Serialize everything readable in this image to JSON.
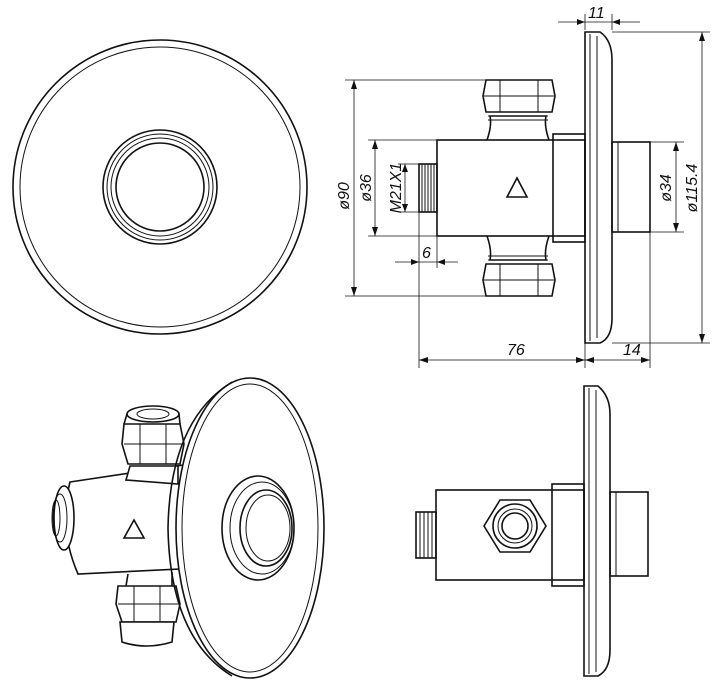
{
  "dimensions": {
    "flange_thickness": "11",
    "valve_height": "ø90",
    "inlet_diameter": "ø36",
    "thread": "M21X1",
    "thread_length": "6",
    "outlet_diameter": "ø34",
    "flange_diameter": "ø115.4",
    "body_length": "76",
    "outlet_length": "14"
  },
  "colors": {
    "line": "#111111",
    "background": "#ffffff"
  }
}
